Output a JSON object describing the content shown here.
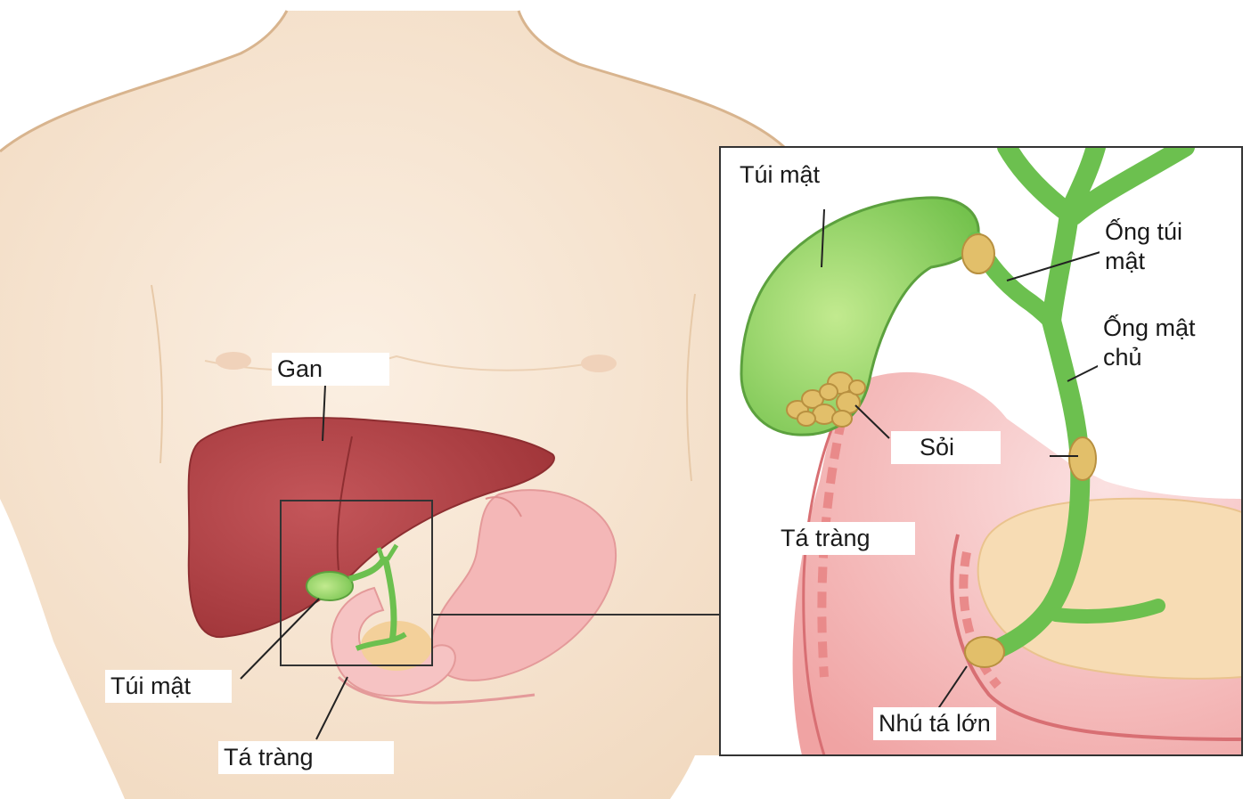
{
  "overview": {
    "liver_label": "Gan",
    "gallbladder_label": "Túi mật",
    "duodenum_label": "Tá tràng"
  },
  "detail": {
    "gallbladder_label": "Túi mật",
    "cystic_duct_line1": "Ống túi",
    "cystic_duct_line2": "mật",
    "common_bile_duct_line1": "Ống mật",
    "common_bile_duct_line2": "chủ",
    "stones_label": "Sỏi",
    "duodenum_label": "Tá tràng",
    "papilla_label": "Nhú tá lớn"
  },
  "colors": {
    "skin": "#f6e4d0",
    "skin_outline": "#d8b48e",
    "liver": "#b84448",
    "stomach": "#f4b7b7",
    "gallbladder": "#8fd06a",
    "duct": "#5cb84e",
    "stone": "#e2bf6a",
    "duodenum_wall": "#e98a8a",
    "pancreas": "#f7dcb4"
  }
}
